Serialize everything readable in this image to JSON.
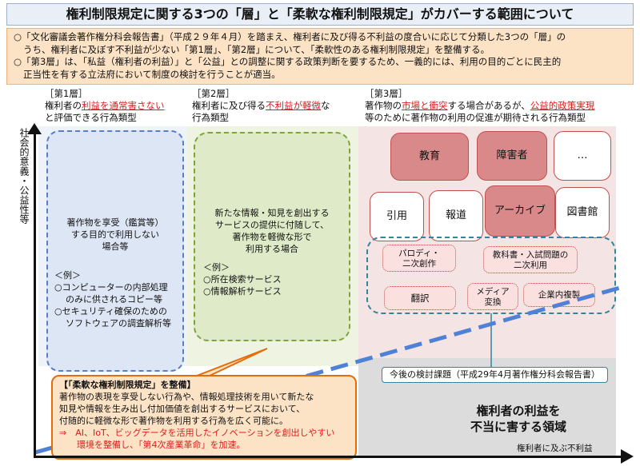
{
  "title": "権利制限規定に関する3つの「層」と「柔軟な権利制限規定」がカバーする範囲について",
  "intro": {
    "line1": "○「文化審議会著作権分科会報告書」（平成２９年４月）を踏まえ、権利者に及び得る不利益の度合いに応じて分類した3つの「層」の",
    "line2": "うち、権利者に及ぼす不利益が少ない「第1層」、「第2層」について、「柔軟性のある権利制限規定」を整備する。",
    "line3": "○「第3層」は、「私益（権利者の利益）」と「公益」との調整に関する政策判断を要するため、一義的には、利用の目的ごとに民主的",
    "line4": "正当性を有する立法府において制度の検討を行うことが適当。"
  },
  "y_axis_label": "社会的意義・公益性等",
  "layer1": {
    "tag": "［第1層］",
    "line1_a": "権利者の",
    "line1_red": "利益を通常害さない",
    "line2": "と評価できる行為類型",
    "box_line1": "著作物を享受（鑑賞等）",
    "box_line2": "する目的で利用しない",
    "box_line3": "場合等",
    "ex_head": "＜例＞",
    "ex1": "○コンピューターの内部処理",
    "ex1b": "のみに供されるコピー等",
    "ex2": "○セキュリティ確保のための",
    "ex2b": "ソフトウェアの調査解析等"
  },
  "layer2": {
    "tag": "［第2層］",
    "line1_a": "権利者に及び得る",
    "line1_red": "不利益が軽微",
    "line1_b": "な",
    "line2": "行為類型",
    "box_line1": "新たな情報・知見を創出する",
    "box_line2": "サービスの提供に付随して、",
    "box_line3": "著作物を軽微な形で",
    "box_line4": "利用する場合",
    "ex_head": "＜例＞",
    "ex1": "○所在検索サービス",
    "ex2": "○情報解析サービス"
  },
  "layer3": {
    "tag": "［第3層］",
    "line1_a": "著作物の",
    "line1_red": "市場と衝突",
    "line1_b": "する場合があるが、",
    "line1_red2": "公益的政策実現",
    "line2": "等のために著作物の利用の促進が期待される行為類型",
    "tiles": {
      "education": "教育",
      "disability": "障害者",
      "etc": "…",
      "quote": "引用",
      "news": "報道",
      "archive": "アーカイブ",
      "library": "図書館"
    },
    "cluster": {
      "parody": "パロディ・",
      "parody2": "二次創作",
      "textbook": "教科書・入試問題の",
      "textbook2": "二次利用",
      "translation": "翻訳",
      "media": "メディア",
      "media2": "変換",
      "corporate": "企業内複製"
    },
    "future": "今後の検討課題（平成29年4月著作権分科会報告書）"
  },
  "harm": {
    "line1": "権利者の利益を",
    "line2": "不当に害する領域",
    "x_axis_label": "権利者に及ぶ不利益"
  },
  "flexible": {
    "heading": "【「柔軟な権利制限規定」を整備】",
    "l1": "著作物の表現を享受しない行為や、情報処理技術を用いて新たな",
    "l2": "知見や情報を生み出し付加価値を創出するサービスにおいて、",
    "l3": "付随的に軽微な形で著作物を利用する行為を広く可能に。",
    "l4": "⇒　AI、IoT、ビッグデータを活用したイノベーションを創出しやすい",
    "l5": "　　環境を整備し、「第4次産業革命」を加速。"
  },
  "colors": {
    "accent_red": "#d91c1c",
    "layer1_border": "#5a7fc7",
    "layer2_border": "#7da53b",
    "cluster_border": "#31859c",
    "flex_border": "#e46c0a"
  }
}
